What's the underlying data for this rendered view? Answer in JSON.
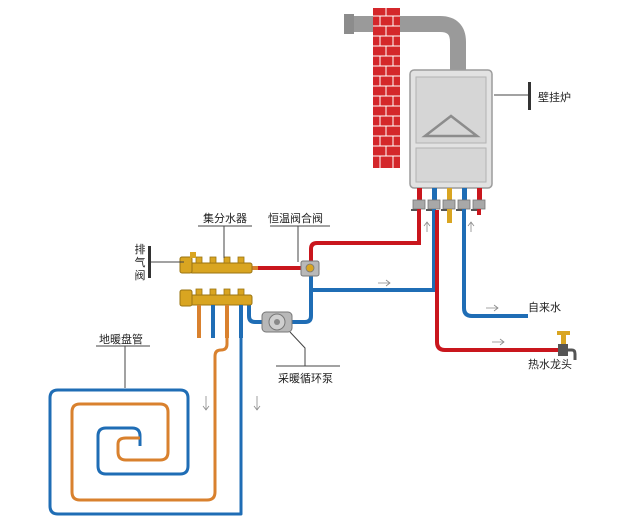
{
  "labels": {
    "boiler": "壁挂炉",
    "manifold": "集分水器",
    "mixing_valve": "恒温阀合阀",
    "air_vent": "排气阀",
    "floor_coil": "地暖盘管",
    "circulation_pump": "采暖循环泵",
    "tap_water": "自来水",
    "hot_water_tap": "热水龙头"
  },
  "colors": {
    "supply_red": "#c9161d",
    "return_blue": "#1f6db5",
    "coil_orange": "#d9812e",
    "boiler_gray": "#d8d8d8",
    "chimney_red": "#d4272b",
    "flue_gray": "#9a9a9a",
    "brass": "#d9a521"
  }
}
